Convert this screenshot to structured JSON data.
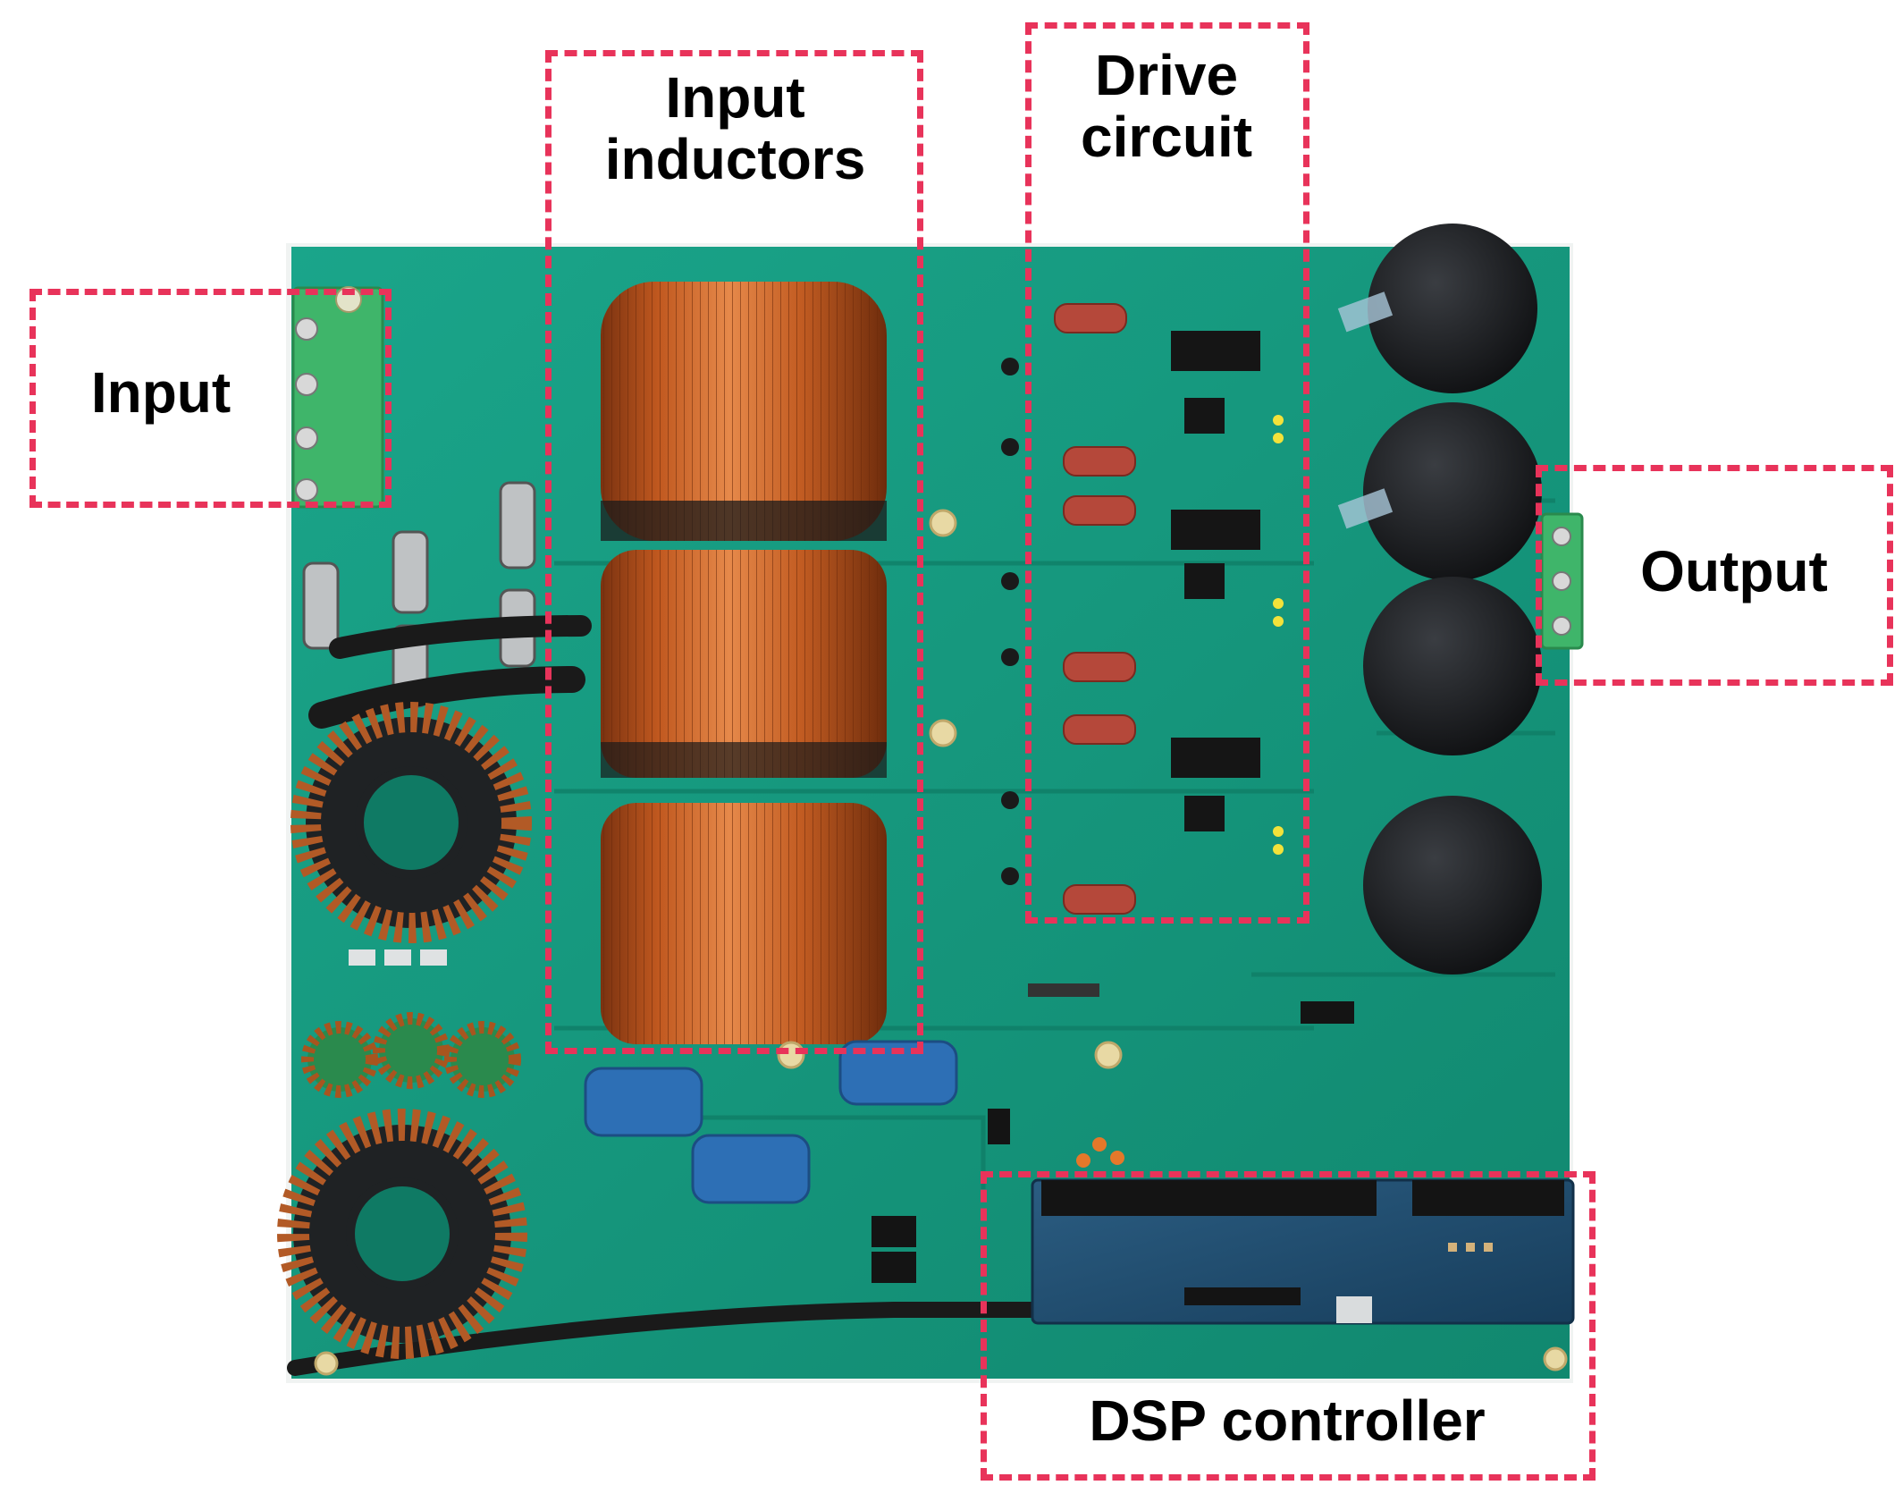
{
  "labels": {
    "input": "Input",
    "input_inductors": "Input\ninductors",
    "drive_circuit": "Drive\ncircuit",
    "output": "Output",
    "dsp_controller": "DSP controller"
  },
  "colors": {
    "callout": "#e8335a",
    "board": "#169a82",
    "board_dark": "#0d7a66",
    "copper": "#c8622a",
    "copper_dark": "#8a3b12",
    "capacitor": "#1b1d20",
    "terminal": "#3fb56a",
    "current_sensor": "#2d6fb5",
    "resistor": "#b5483a",
    "dsp_board": "#1f4f73"
  }
}
